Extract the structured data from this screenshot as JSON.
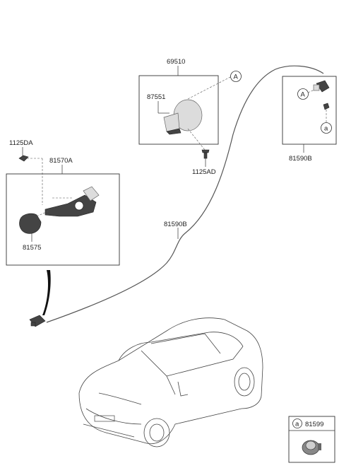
{
  "labels": {
    "p69510": "69510",
    "p87551": "87551",
    "p1125AD": "1125AD",
    "p1125DA": "1125DA",
    "p81570A": "81570A",
    "p81575": "81575",
    "p81590B_mid": "81590B",
    "p81590B_right": "81590B",
    "p81599": "81599"
  },
  "callouts": {
    "A_top": "A",
    "A_right": "A",
    "a_right": "a",
    "a_legend": "a"
  }
}
